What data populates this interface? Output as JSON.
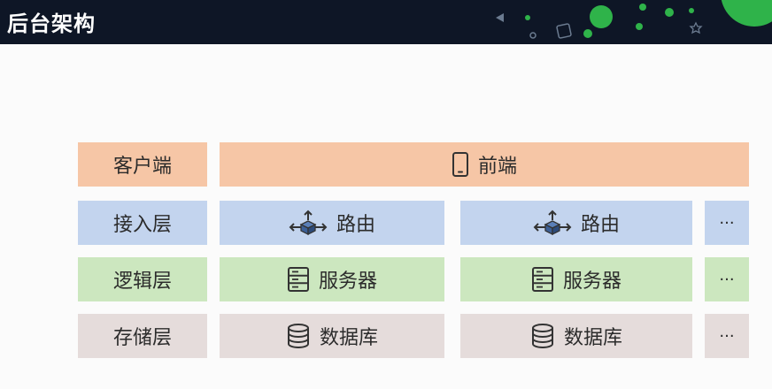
{
  "header": {
    "title": "后台架构"
  },
  "layers": [
    {
      "key": "client",
      "label": "客户端",
      "items": [
        {
          "icon": "phone-icon",
          "label": "前端"
        }
      ]
    },
    {
      "key": "access",
      "label": "接入层",
      "items": [
        {
          "icon": "router-icon",
          "label": "路由"
        },
        {
          "icon": "router-icon",
          "label": "路由"
        },
        {
          "label": "···"
        }
      ]
    },
    {
      "key": "logic",
      "label": "逻辑层",
      "items": [
        {
          "icon": "server-icon",
          "label": "服务器"
        },
        {
          "icon": "server-icon",
          "label": "服务器"
        },
        {
          "label": "···"
        }
      ]
    },
    {
      "key": "storage",
      "label": "存储层",
      "items": [
        {
          "icon": "database-icon",
          "label": "数据库"
        },
        {
          "icon": "database-icon",
          "label": "数据库"
        },
        {
          "label": "···"
        }
      ]
    }
  ],
  "colors": {
    "header_bg": "#0e1626",
    "accent_green": "#2fb34a",
    "client": "#f6c6a6",
    "access": "#c3d4ee",
    "logic": "#cce7bf",
    "storage": "#e5dcdb"
  }
}
